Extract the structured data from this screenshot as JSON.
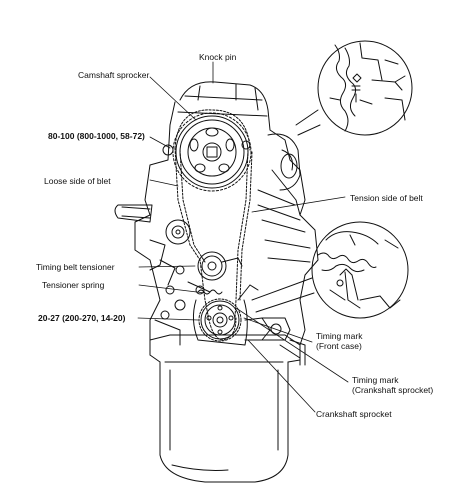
{
  "diagram": {
    "labels": {
      "knock_pin": "Knock pin",
      "camshaft_sprocket": "Camshaft sprocker",
      "torque_camshaft": "80-100 (800-1000, 58-72)",
      "loose_side": "Loose side of blet",
      "tension_side": "Tension side of belt",
      "timing_belt_tensioner": "Timing belt tensioner",
      "tensioner_spring": "Tensioner spring",
      "torque_tensioner": "20-27 (200-270, 14-20)",
      "timing_mark_front_case_line1": "Timing mark",
      "timing_mark_front_case_line2": "(Front case)",
      "timing_mark_crank_line1": "Timing mark",
      "timing_mark_crank_line2": "(Crankshaft sprocket)",
      "crankshaft_sprocket": "Crankshaft sprocket"
    },
    "colors": {
      "ink": "#111111",
      "paper": "#ffffff"
    }
  }
}
